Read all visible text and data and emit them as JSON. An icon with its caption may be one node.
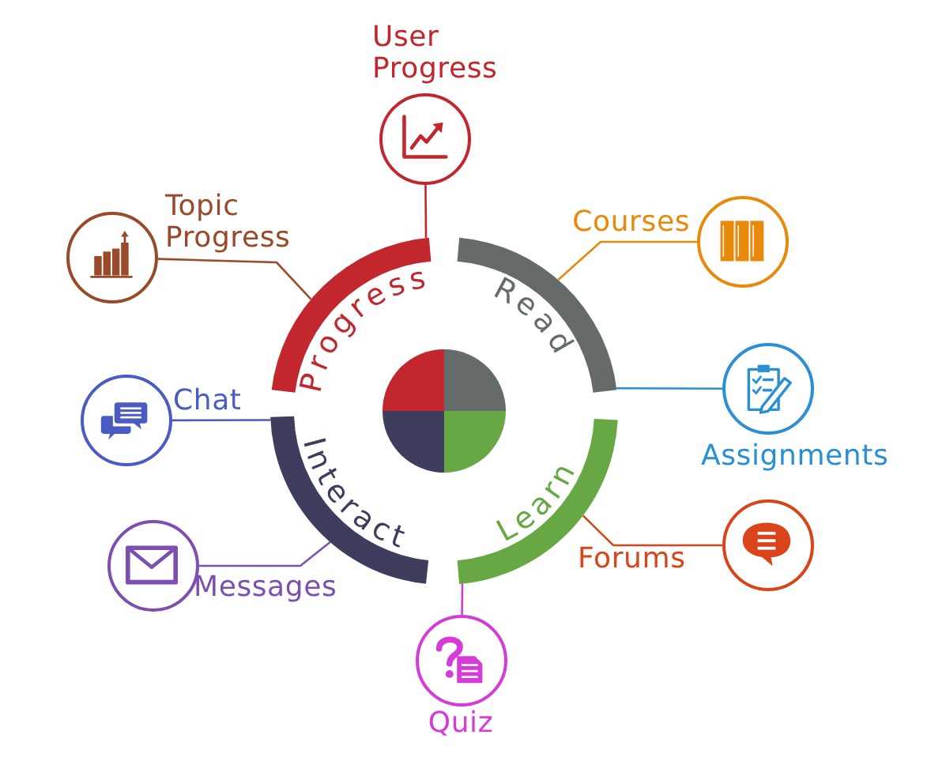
{
  "diagram": {
    "nodes": [
      {
        "text": [
          "User Progress"
        ]
      },
      {
        "text": [
          "Topic Progress"
        ]
      },
      {
        "text": [
          "Courses"
        ]
      },
      {
        "text": [
          "Progress"
        ]
      },
      {
        "text": [
          "Read"
        ]
      },
      {
        "text": [
          "Chat"
        ]
      },
      {
        "text": [
          "Assignments"
        ]
      },
      {
        "text": [
          "Interact"
        ]
      },
      {
        "text": [
          "Learn"
        ]
      },
      {
        "text": [
          "Forums"
        ]
      },
      {
        "text": [
          "Messages"
        ]
      },
      {
        "text": [
          "Quiz"
        ]
      }
    ],
    "edges": [
      {
        "from": 0,
        "to": 3,
        "arrow": "none",
        "color": "#c1272d"
      },
      {
        "from": 1,
        "to": 3,
        "arrow": "none",
        "color": "#9a4a2a"
      },
      {
        "from": 2,
        "to": 4,
        "arrow": "none",
        "color": "#e8890c"
      },
      {
        "from": 6,
        "to": 4,
        "arrow": "none",
        "color": "#2a8fd4"
      },
      {
        "from": 9,
        "to": 8,
        "arrow": "none",
        "color": "#d9441a"
      },
      {
        "from": 11,
        "to": 8,
        "arrow": "none",
        "color": "#d63ad9"
      },
      {
        "from": 10,
        "to": 7,
        "arrow": "none",
        "color": "#7c4fb0"
      },
      {
        "from": 5,
        "to": 7,
        "arrow": "none",
        "color": "#4a5cc4"
      }
    ]
  }
}
